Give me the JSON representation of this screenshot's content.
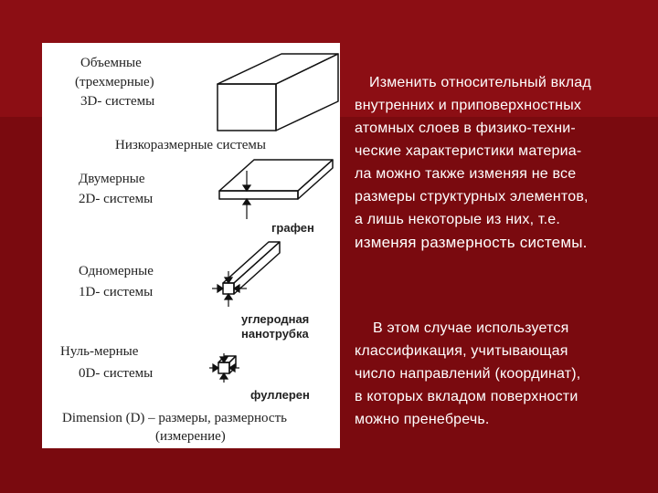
{
  "figure": {
    "volume_line1": "Объемные",
    "volume_line2": "(трехмерные)",
    "volume_line3": "3D- системы",
    "lowdim_title": "Низкоразмерные системы",
    "two_line1": "Двумерные",
    "two_line2": "2D- системы",
    "graphene": "графен",
    "one_line1": "Одномерные",
    "one_line2": "1D- системы",
    "nanotube_line1": "углеродная",
    "nanotube_line2": "нанотрубка",
    "zero_line1": "Нуль-мерные",
    "zero_line2": "0D- системы",
    "fullerene": "фуллерен",
    "caption_line1": "Dimension (D) – размеры, размерность",
    "caption_line2": "(измерение)"
  },
  "text": {
    "p1_l1": "Изменить относительный вклад",
    "p1_l2": "внутренних и приповерхностных",
    "p1_l3": "атомных слоев в физико-техни-",
    "p1_l4": "ческие характеристики материа-",
    "p1_l5": "ла можно также изменяя не все",
    "p1_l6": "размеры структурных элементов,",
    "p1_l7": "а лишь некоторые из них, т.е.",
    "p1_l8": "изменяя размерность системы.",
    "p2_l1": "В этом случае используется",
    "p2_l2": "классификация, учитывающая",
    "p2_l3": "число направлений (координат),",
    "p2_l4": "в которых вкладом поверхности",
    "p2_l5": "можно пренебречь."
  },
  "colors": {
    "background": "#7a0a0f",
    "panel": "#ffffff",
    "text": "#ffffff"
  }
}
